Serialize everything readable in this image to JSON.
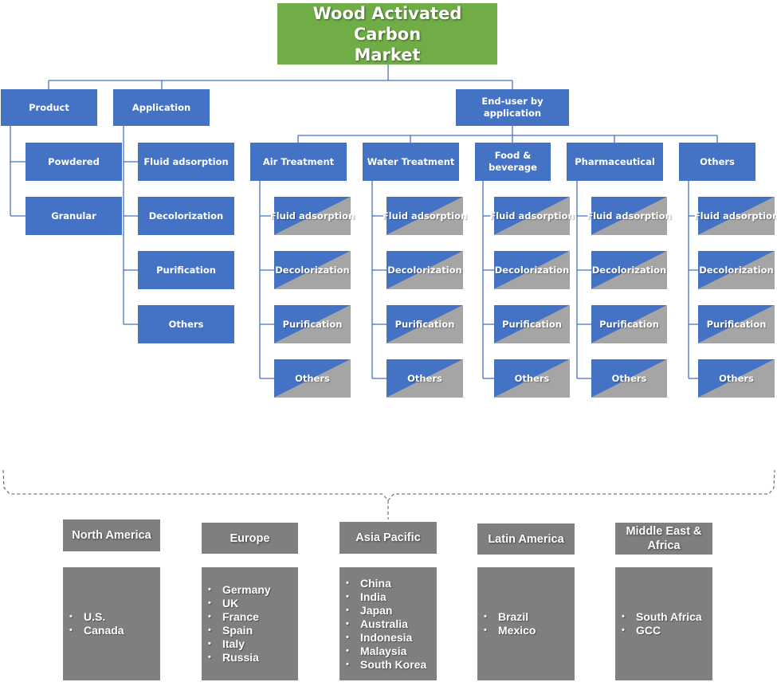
{
  "title": "Wood Activated Carbon Market",
  "title_lines": [
    "Wood Activated Carbon",
    "Market"
  ],
  "segments": {
    "product": {
      "label": "Product",
      "children": [
        "Powdered",
        "Granular"
      ]
    },
    "application": {
      "label": "Application",
      "children": [
        "Fluid adsorption",
        "Decolorization",
        "Purification",
        "Others"
      ]
    },
    "end_user": {
      "label": "End-user by application",
      "groups": [
        {
          "label": "Air Treatment",
          "children": [
            "Fluid adsorption",
            "Decolorization",
            "Purification",
            "Others"
          ]
        },
        {
          "label": "Water Treatment",
          "children": [
            "Fluid adsorption",
            "Decolorization",
            "Purification",
            "Others"
          ]
        },
        {
          "label": "Food & beverage",
          "children": [
            "Fluid adsorption",
            "Decolorization",
            "Purification",
            "Others"
          ]
        },
        {
          "label": "Pharmaceutical",
          "children": [
            "Fluid adsorption",
            "Decolorization",
            "Purification",
            "Others"
          ]
        },
        {
          "label": "Others",
          "children": [
            "Fluid adsorption",
            "Decolorization",
            "Purification",
            "Others"
          ]
        }
      ]
    }
  },
  "regions": [
    {
      "label": "North America",
      "countries": [
        "U.S.",
        "Canada"
      ]
    },
    {
      "label": "Europe",
      "countries": [
        "Germany",
        "UK",
        "France",
        "Spain",
        "Italy",
        "Russia"
      ]
    },
    {
      "label": "Asia Pacific",
      "countries": [
        "China",
        "India",
        "Japan",
        "Australia",
        "Indonesia",
        "Malaysia",
        "South Korea"
      ]
    },
    {
      "label": "Latin America",
      "countries": [
        "Brazil",
        "Mexico"
      ]
    },
    {
      "label": "Middle East & Africa",
      "countries": [
        "South Africa",
        "GCC"
      ]
    }
  ],
  "colors": {
    "root": "#70ad47",
    "node": "#4472c4",
    "leaf_secondary": "#a5a5a5",
    "region": "#7f7f7f",
    "connector": "#4472c4"
  }
}
